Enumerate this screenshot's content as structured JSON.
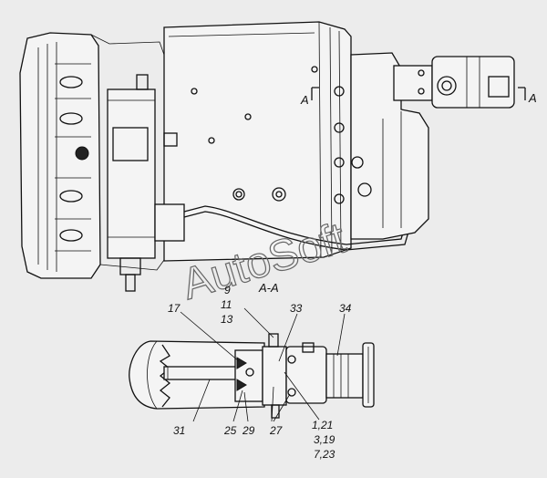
{
  "section_title": "A-A",
  "section_marks": {
    "left": "A",
    "right": "A"
  },
  "watermark": "AutoSoft",
  "callouts": {
    "c9": "9",
    "c11": "11",
    "c13": "13",
    "c17": "17",
    "c33": "33",
    "c34": "34",
    "c31": "31",
    "c25": "25",
    "c29": "29",
    "c27": "27",
    "c1_21": "1,21",
    "c3_19": "3,19",
    "c7_23": "7,23"
  }
}
